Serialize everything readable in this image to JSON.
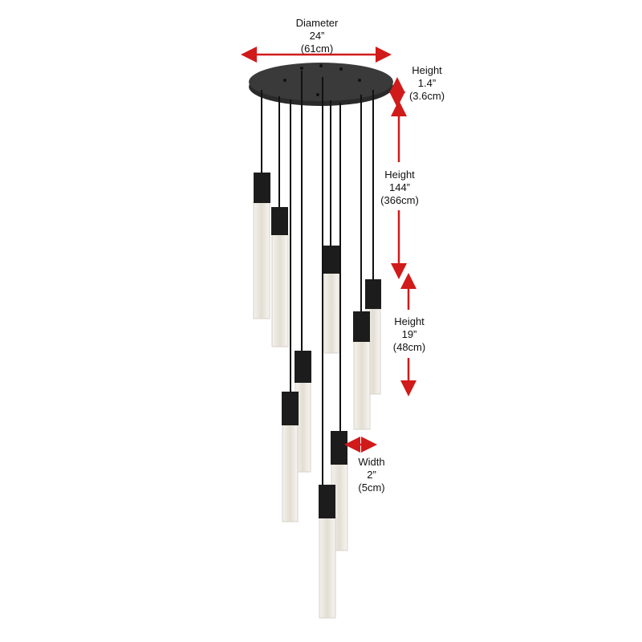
{
  "product": "Spiral crystal pendant chandelier dimension diagram",
  "colors": {
    "arrow": "#d11a1a",
    "fixture": "#1a1a1a",
    "crystal": "#ece9e2"
  },
  "dimensions": {
    "diameter": {
      "title": "Diameter",
      "imperial": "24”",
      "metric": "(61cm)"
    },
    "canopy_height": {
      "title": "Height",
      "imperial": "1.4”",
      "metric": "(3.6cm)"
    },
    "overall_height": {
      "title": "Height",
      "imperial": "144”",
      "metric": "(366cm)"
    },
    "pendant_height": {
      "title": "Height",
      "imperial": "19”",
      "metric": "(48cm)"
    },
    "pendant_width": {
      "title": "Width",
      "imperial": "2”",
      "metric": "(5cm)"
    }
  },
  "pendant_count": 9
}
